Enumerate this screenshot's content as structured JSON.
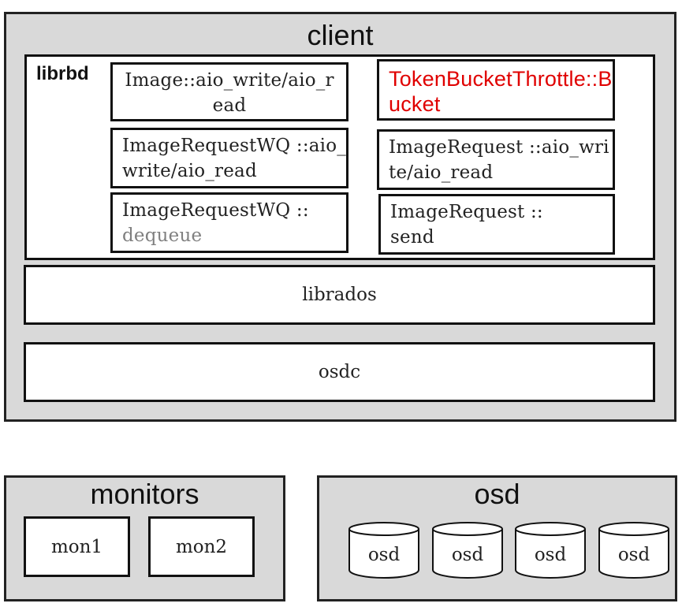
{
  "client": {
    "title": "client",
    "librbd": {
      "label": "librbd",
      "boxes": [
        {
          "text": "Image::aio_write/aio_read"
        },
        {
          "text": "TokenBucketThrottle::Bucket",
          "color": "#e00000"
        },
        {
          "text": "ImageRequestWQ ::aio_write/aio_read"
        },
        {
          "text": "ImageRequest ::aio_write/aio_read"
        },
        {
          "line1": "ImageRequestWQ ::",
          "line2": "dequeue",
          "line2_color": "#808080"
        },
        {
          "line1": "ImageRequest ::",
          "line2": "send"
        }
      ]
    },
    "librados": "librados",
    "osdc": "osdc"
  },
  "monitors": {
    "title": "monitors",
    "items": [
      "mon1",
      "mon2"
    ]
  },
  "osd": {
    "title": "osd",
    "disks": [
      "osd",
      "osd",
      "osd",
      "osd"
    ]
  }
}
